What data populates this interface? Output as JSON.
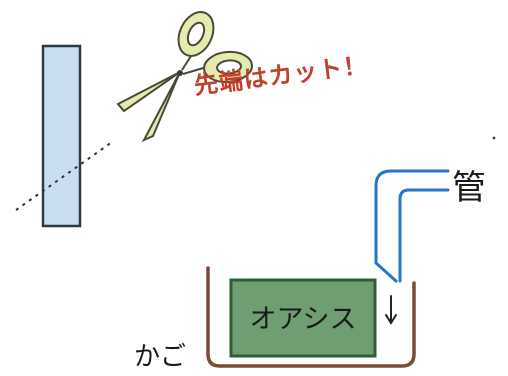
{
  "labels": {
    "cut_instruction": "先端はカット！",
    "pipe": "管",
    "basket": "かご",
    "oasis": "オアシス"
  },
  "colors": {
    "tube_fill": "#c9def1",
    "tube_stroke": "#2f3a48",
    "scissors_fill": "#e6e9b0",
    "scissors_stroke": "#4a4a35",
    "cut_text": "#c2412b",
    "pipe_stroke": "#2577c6",
    "basket_stroke": "#7a4a36",
    "oasis_fill": "#6f9e72",
    "oasis_stroke": "#2f5e34"
  },
  "icons": {
    "scissors": "scissors-icon",
    "flow_arrow": "down-arrow-icon"
  }
}
